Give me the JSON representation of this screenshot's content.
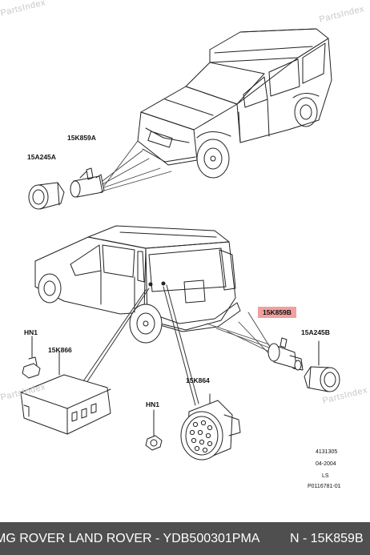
{
  "watermark": "PartsIndex",
  "labels": {
    "front_sensor": "15K859A",
    "front_bezel": "15A245A",
    "rear_sensor": "15K859B",
    "rear_bezel": "15A245B",
    "module": "15K866",
    "nut_1": "HN1",
    "nut_2": "HN1",
    "sounder": "15K864"
  },
  "meta": {
    "number": "4131305",
    "date": "04-2004",
    "code": "LS",
    "ref": "P0116781-01"
  },
  "footer": {
    "left": "MG ROVER LAND ROVER - YDB500301PMA",
    "right": "N - 15K859B"
  },
  "colors": {
    "highlight": "#f0a0a0",
    "footer_bg": "#4f4f4f"
  }
}
